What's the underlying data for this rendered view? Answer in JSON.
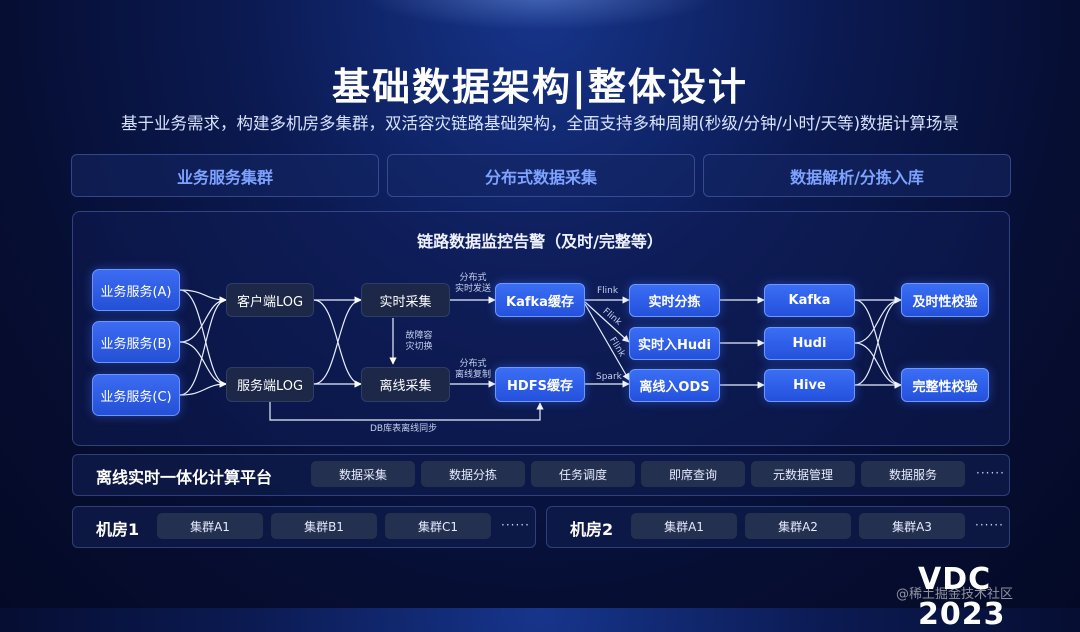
{
  "title": "基础数据架构|整体设计",
  "subtitle": "基于业务需求，构建多机房多集群，双活容灾链路基础架构，全面支持多种周期(秒级/分钟/小时/天等)数据计算场景",
  "headers": [
    "业务服务集群",
    "分布式数据采集",
    "数据解析/分拣入库"
  ],
  "panel_title": "链路数据监控告警（及时/完整等）",
  "nodes": {
    "svc_a": "业务服务(A)",
    "svc_b": "业务服务(B)",
    "svc_c": "业务服务(C)",
    "client_log": "客户端LOG",
    "server_log": "服务端LOG",
    "realtime_collect": "实时采集",
    "offline_collect": "离线采集",
    "kafka_cache": "Kafka缓存",
    "hdfs_cache": "HDFS缓存",
    "realtime_sort": "实时分拣",
    "realtime_hudi": "实时入Hudi",
    "offline_ods": "离线入ODS",
    "kafka": "Kafka",
    "hudi": "Hudi",
    "hive": "Hive",
    "timely_check": "及时性校验",
    "complete_check": "完整性校验"
  },
  "edge_labels": {
    "dist_rt_1": "分布式",
    "dist_rt_2": "实时发送",
    "failover_1": "故障容",
    "failover_2": "灾切换",
    "dist_off_1": "分布式",
    "dist_off_2": "离线复制",
    "flink1": "Flink",
    "flink2": "Flink",
    "flink3": "Flink",
    "spark": "Spark",
    "db_sync": "DB库表离线同步"
  },
  "platform": {
    "label": "离线实时一体化计算平台",
    "chips": [
      "数据采集",
      "数据分拣",
      "任务调度",
      "即席查询",
      "元数据管理",
      "数据服务"
    ],
    "more": "······"
  },
  "room1": {
    "label": "机房1",
    "chips": [
      "集群A1",
      "集群B1",
      "集群C1"
    ],
    "more": "······"
  },
  "room2": {
    "label": "机房2",
    "chips": [
      "集群A1",
      "集群A2",
      "集群A3"
    ],
    "more": "······"
  },
  "brand": "VDC 2023",
  "watermark": "@稀土掘金技术社区",
  "colors": {
    "accent": "#2f5ef0",
    "header_text": "#7da2ff",
    "background": "#060e33"
  }
}
